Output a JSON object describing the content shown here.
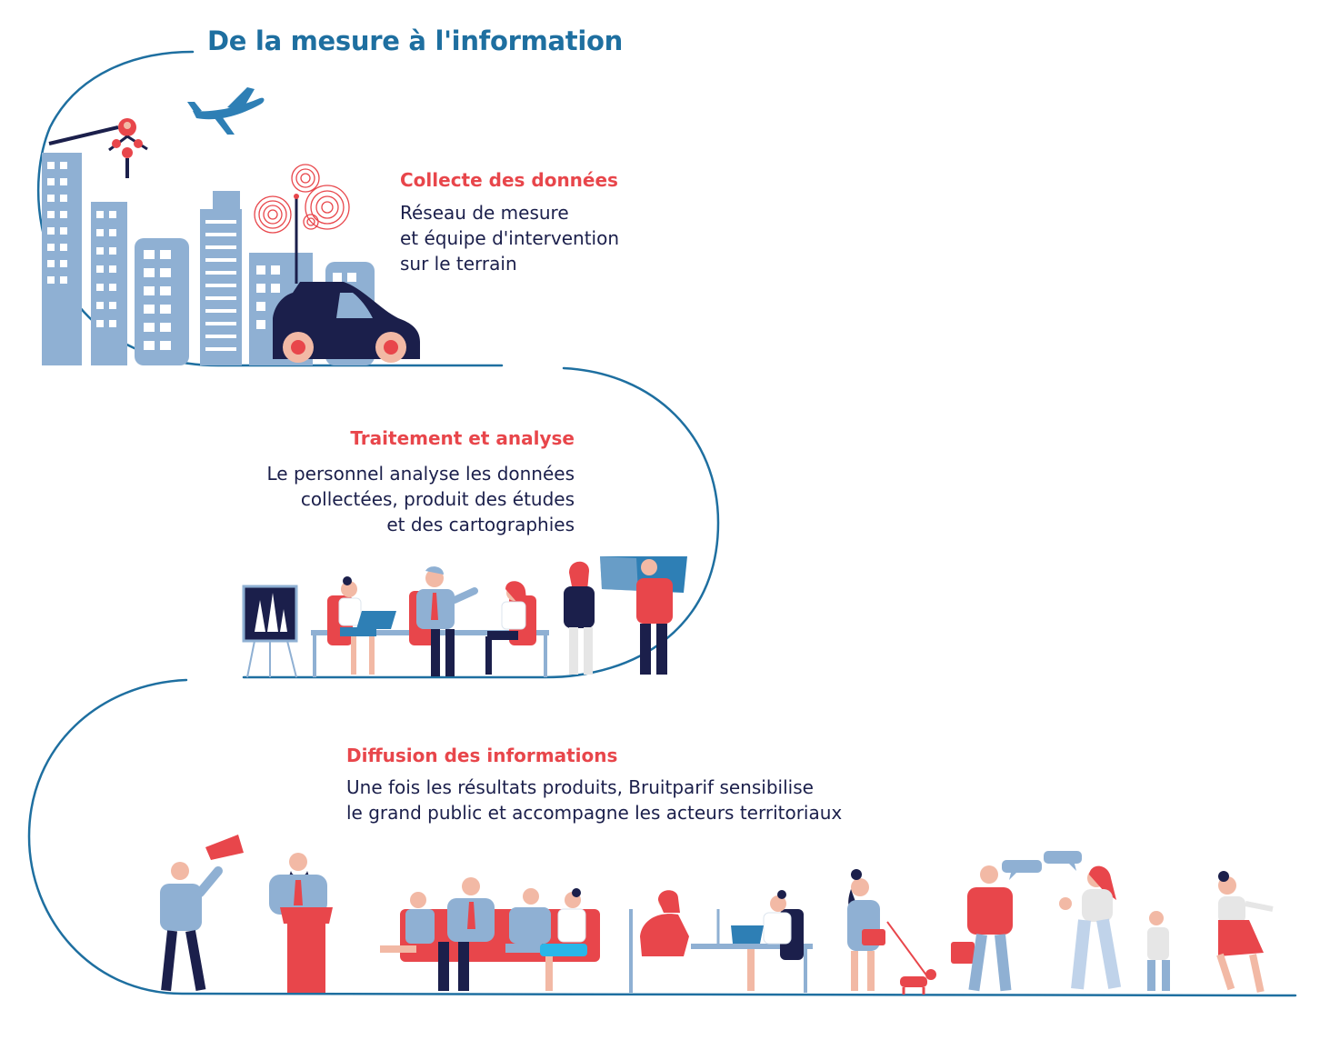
{
  "title": "De la mesure à l'information",
  "colors": {
    "path_line": "#1e6fa0",
    "heading": "#e8464b",
    "body_text": "#1b1f4b",
    "building": "#8fb0d3",
    "accent_red": "#e8464b",
    "navy": "#1b1f4b",
    "skin": "#f2b9a5",
    "sky_blue": "#2e7fb5"
  },
  "steps": [
    {
      "heading": "Collecte des données",
      "lines": [
        "Réseau de mesure",
        "et équipe d'intervention",
        "sur le terrain"
      ]
    },
    {
      "heading": "Traitement et analyse",
      "lines": [
        "Le personnel analyse les données",
        "collectées, produit des études",
        "et des cartographies"
      ]
    },
    {
      "heading": "Diffusion des informations",
      "lines": [
        "Une fois les résultats produits, Bruitparif sensibilise",
        "le grand public et accompagne les acteurs territoriaux"
      ]
    }
  ],
  "icons": {
    "airplane": "airplane-icon",
    "drone": "drone-icon",
    "car": "measurement-car-icon",
    "antenna": "antenna-icon",
    "chart_board": "chart-board-icon",
    "megaphone": "megaphone-icon",
    "podium": "podium-icon",
    "dog": "dog-icon"
  }
}
